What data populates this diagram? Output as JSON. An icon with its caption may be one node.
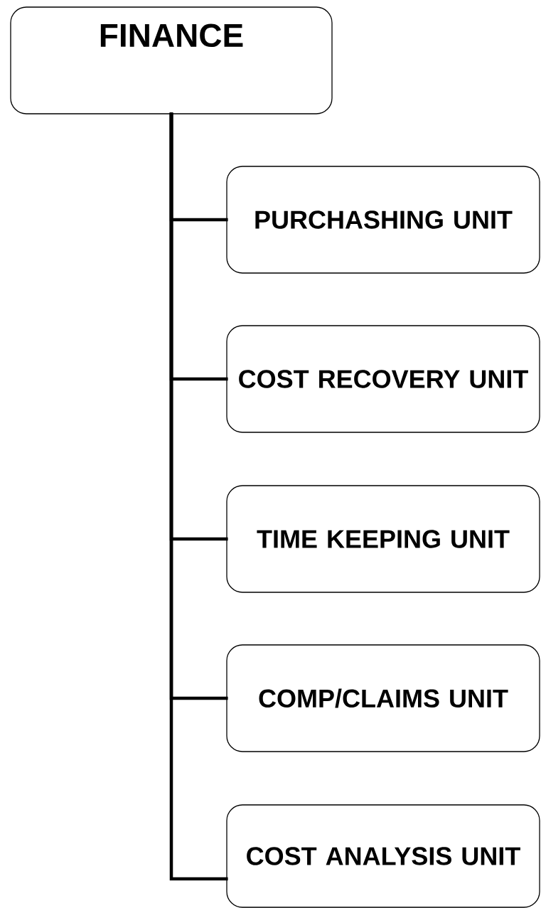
{
  "diagram": {
    "nodes": [
      {
        "text": [
          "FINANCE"
        ]
      },
      {
        "text": [
          "PURCHASHING UNIT"
        ]
      },
      {
        "text": [
          "COST RECOVERY UNIT"
        ]
      },
      {
        "text": [
          "TIME KEEPING UNIT"
        ]
      },
      {
        "text": [
          "COMP/CLAIMS UNIT"
        ]
      },
      {
        "text": [
          "COST ANALYSIS UNIT"
        ]
      }
    ],
    "edges": [
      {
        "from": 0,
        "to": 1,
        "arrow": "none"
      },
      {
        "from": 0,
        "to": 2,
        "arrow": "none"
      },
      {
        "from": 0,
        "to": 3,
        "arrow": "none"
      },
      {
        "from": 0,
        "to": 4,
        "arrow": "none"
      },
      {
        "from": 0,
        "to": 5,
        "arrow": "none"
      }
    ]
  }
}
